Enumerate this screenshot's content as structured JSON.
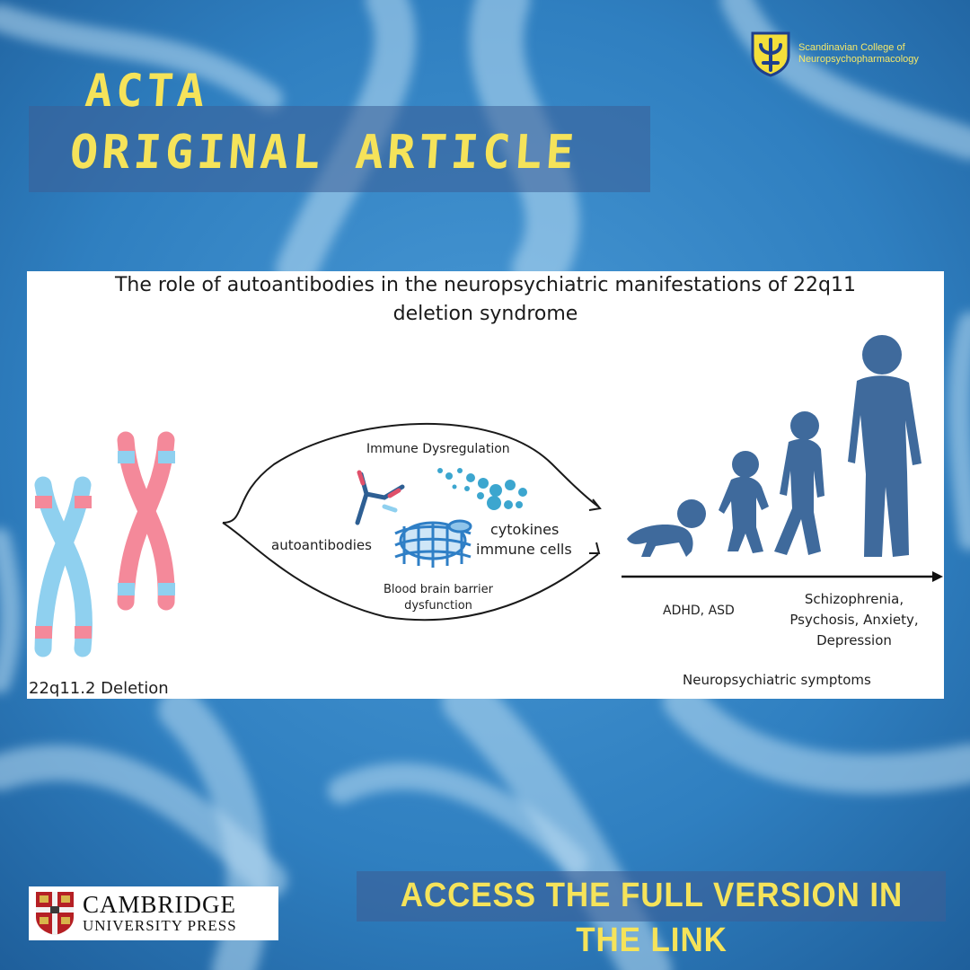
{
  "header": {
    "journal_short": "ACTA",
    "article_type": "ORIGINAL ARTICLE",
    "college_name_line1": "Scandinavian College of",
    "college_name_line2": "Neuropsychopharmacology"
  },
  "diagram": {
    "title_line1": "The role of autoantibodies in the neuropsychiatric manifestations of 22q11",
    "title_line2": "deletion syndrome",
    "left_label": "22q11.2 Deletion",
    "immune_dysregulation": "Immune Dysregulation",
    "autoantibodies": "autoantibodies",
    "cytokines": "cytokines",
    "immune_cells": "immune cells",
    "bbb_line1": "Blood brain barrier",
    "bbb_line2": "dysfunction",
    "early_symptoms": "ADHD, ASD",
    "later_symptoms_line1": "Schizophrenia,",
    "later_symptoms_line2": "Psychosis, Anxiety,",
    "later_symptoms_line3": "Depression",
    "axis_label": "Neuropsychiatric symptoms"
  },
  "footer": {
    "publisher_line1": "CAMBRIDGE",
    "publisher_line2": "UNIVERSITY PRESS",
    "cta": "ACCESS THE FULL VERSION IN THE LINK"
  },
  "colors": {
    "background": "#2f7fc0",
    "accent_yellow": "#f5e35a",
    "chromosome_blue": "#8fd0ef",
    "chromosome_pink": "#f4899a",
    "silhouette": "#3f6a9c",
    "cytokine_dots": "#3ca6cf"
  }
}
